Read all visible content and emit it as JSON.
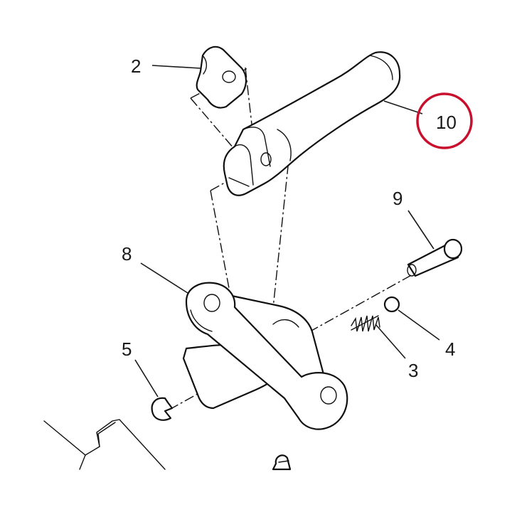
{
  "labels": {
    "part_2": "2",
    "part_3": "3",
    "part_4": "4",
    "part_5": "5",
    "part_8": "8",
    "part_9": "9",
    "part_10": "10"
  },
  "colors": {
    "line": "#111111",
    "highlight_circle": "#c8102e",
    "background": "#ffffff"
  }
}
